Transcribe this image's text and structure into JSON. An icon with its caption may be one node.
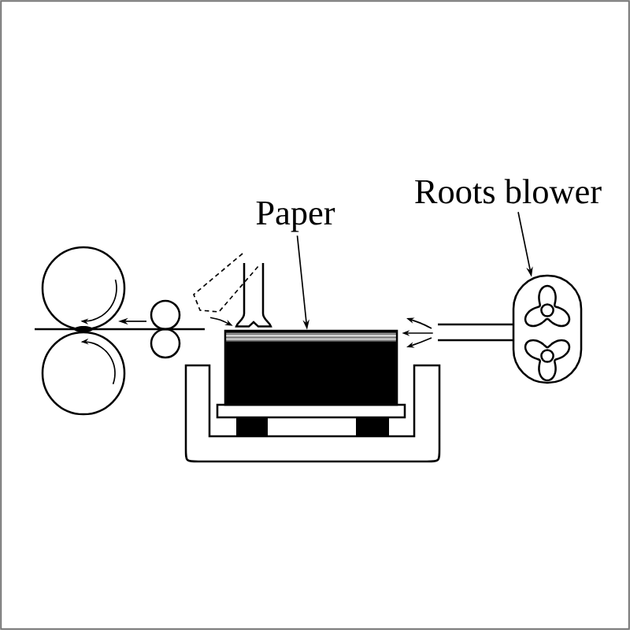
{
  "diagram": {
    "nodes": [
      {
        "text": [
          "Paper"
        ]
      },
      {
        "text": [],
        "shape": "box"
      },
      {
        "text": [
          "Roots blower"
        ]
      },
      {
        "text": [],
        "shape": "picture"
      },
      {
        "text": [],
        "shape": "picture"
      },
      {
        "text": [],
        "shape": "picture"
      }
    ],
    "edges": [
      {
        "from": 0,
        "to": 1,
        "arrow": "to"
      },
      {
        "from": 2,
        "to": 3,
        "arrow": "to"
      },
      {
        "from": 3,
        "to": 1,
        "arrow": "to"
      },
      {
        "from": 4,
        "to": 5,
        "arrow": "to"
      }
    ]
  }
}
